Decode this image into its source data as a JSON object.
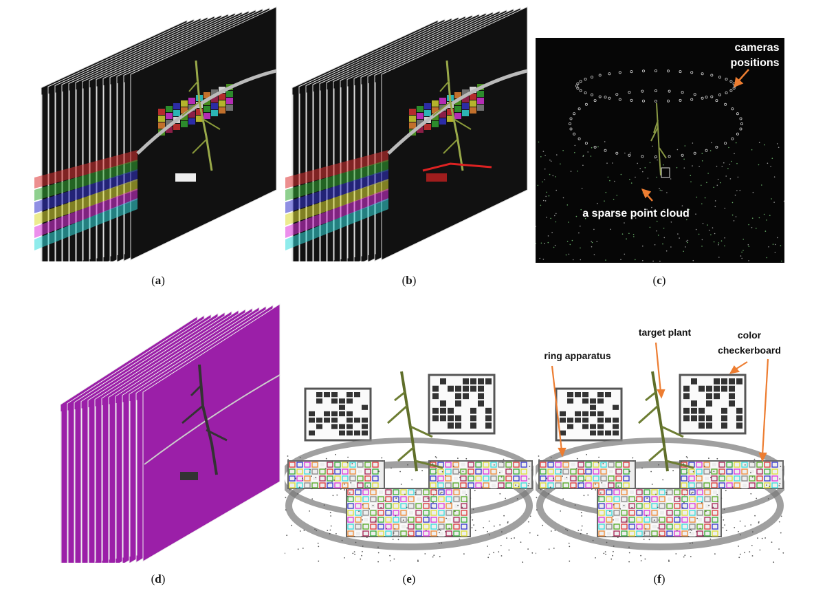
{
  "figure": {
    "panels": [
      {
        "id": "a",
        "caption_letter": "a"
      },
      {
        "id": "b",
        "caption_letter": "b"
      },
      {
        "id": "c",
        "caption_letter": "c",
        "annotations": [
          "cameras",
          "positions",
          "a sparse point cloud"
        ]
      },
      {
        "id": "d",
        "caption_letter": "d"
      },
      {
        "id": "e",
        "caption_letter": "e"
      },
      {
        "id": "f",
        "caption_letter": "f",
        "annotations": [
          "ring apparatus",
          "target plant",
          "color",
          "checkerboard"
        ]
      }
    ]
  },
  "captions": {
    "a_open": "(",
    "a": "a",
    "a_close": ")",
    "b_open": "(",
    "b": "b",
    "b_close": ")",
    "c_open": "(",
    "c": "c",
    "c_close": ")",
    "d_open": "(",
    "d": "d",
    "d_close": ")",
    "e_open": "(",
    "e": "e",
    "e_close": ")",
    "f_open": "(",
    "f": "f",
    "f_close": ")"
  },
  "panel_c": {
    "label_cameras": "cameras",
    "label_positions": "positions",
    "label_cloud": "a sparse point cloud"
  },
  "panel_f": {
    "label_ring": "ring apparatus",
    "label_plant": "target plant",
    "label_color": "color",
    "label_checkerboard": "checkerboard"
  },
  "colors": {
    "arrow": "#ed7d31",
    "dark_bg": "#0a0a0a",
    "mask": "#9b1fa8",
    "plant": "#7a8a3a"
  }
}
